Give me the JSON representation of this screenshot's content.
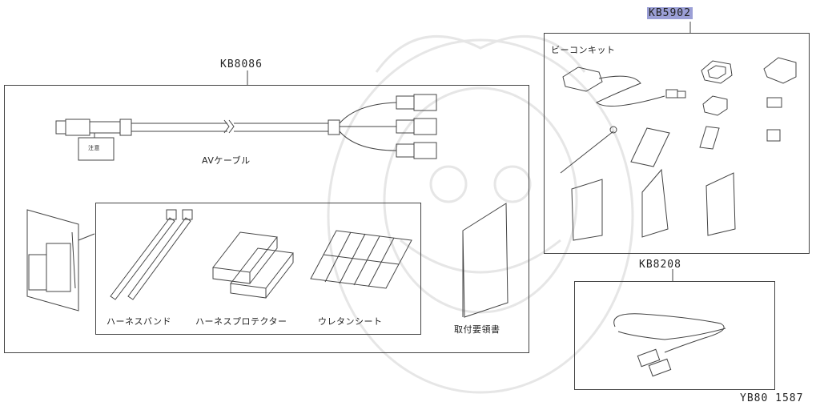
{
  "part_codes": {
    "kb8086": "KB8086",
    "kb5902": "KB5902",
    "kb8208": "KB8208"
  },
  "items": {
    "av_cable": "AVケーブル",
    "harness_band": "ハーネスバンド",
    "harness_protector": "ハーネスプロテクター",
    "urethane_sheet": "ウレタンシート",
    "install_manual": "取付要領書",
    "beacon_kit": "ビーコンキット",
    "caution_tag": "注意"
  },
  "diagram_id": "YB80 1587",
  "colors": {
    "line": "#444444",
    "highlight": "#9b9fd6"
  }
}
